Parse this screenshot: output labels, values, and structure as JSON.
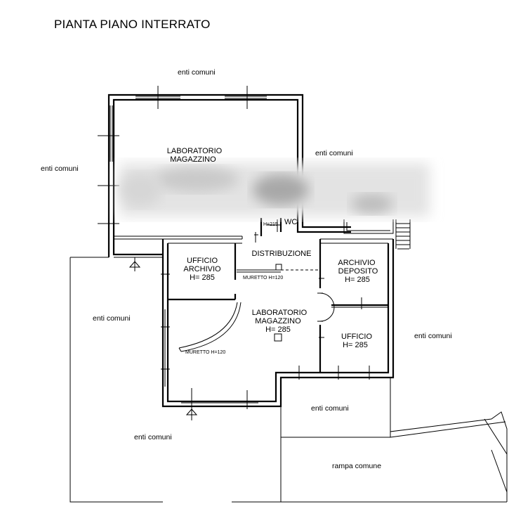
{
  "title": "PIANTA PIANO INTERRATO",
  "areas": {
    "top": "enti comuni",
    "left": "enti comuni",
    "right_upper": "enti comuni",
    "left_lower": "enti comuni",
    "right_lower": "enti comuni",
    "bottom_center": "enti comuni",
    "bottom_left": "enti comuni",
    "ramp": "rampa comune"
  },
  "rooms": {
    "lab_top": [
      "LABORATORIO",
      "MAGAZZINO"
    ],
    "wc": "WC",
    "wc_height": "H=215",
    "distribution": "DISTRIBUZIONE",
    "office_archive": [
      "UFFICIO",
      "ARCHIVIO",
      "H= 285"
    ],
    "archive_deposit": [
      "ARCHIVIO",
      "DEPOSITO",
      "H= 285"
    ],
    "lab_bottom": [
      "LABORATORIO",
      "MAGAZZINO",
      "H= 285"
    ],
    "office": [
      "UFFICIO",
      "H= 285"
    ],
    "low_wall_1": "MURETTO H=120",
    "low_wall_2": "MURETTO H=120"
  }
}
